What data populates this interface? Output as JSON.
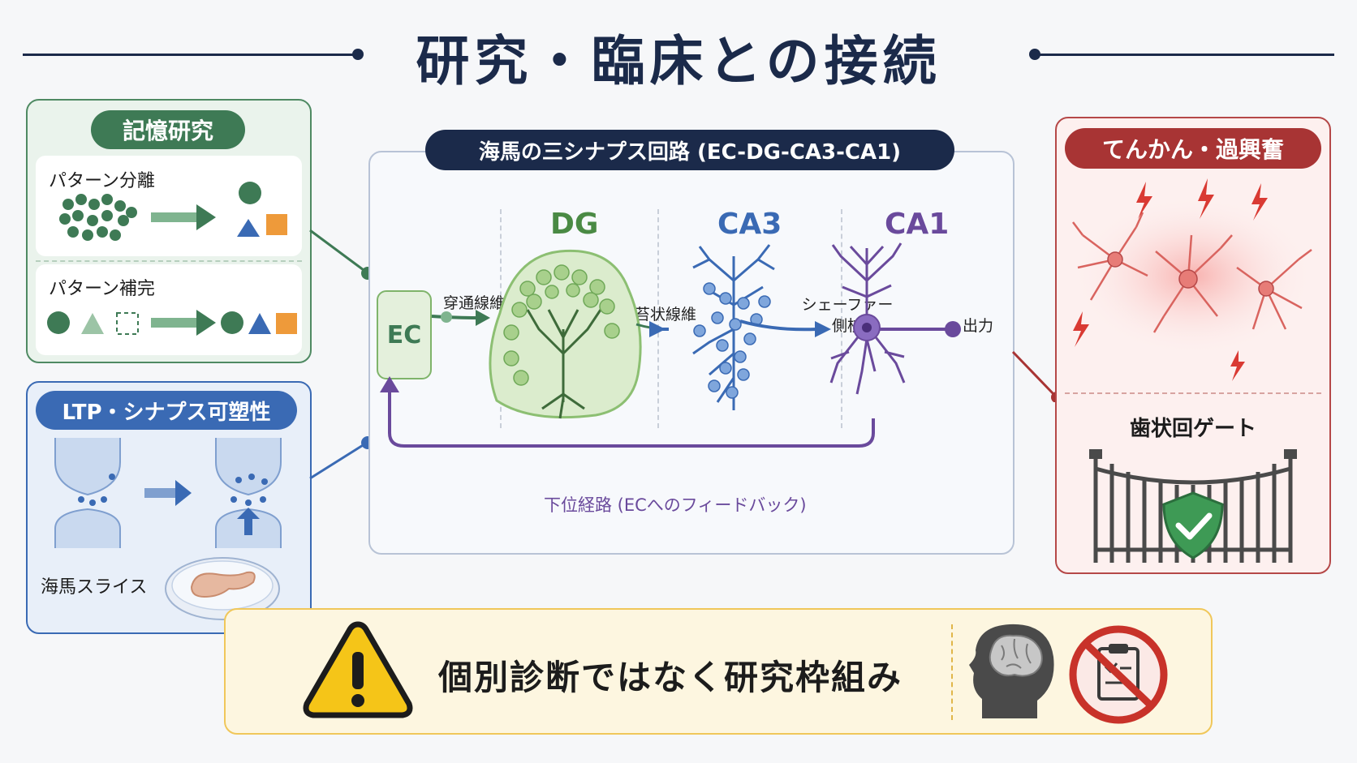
{
  "title": "研究・臨床との接続",
  "memory_panel": {
    "heading": "記憶研究",
    "separation_label": "パターン分離",
    "completion_label": "パターン補完"
  },
  "ltp_panel": {
    "heading": "LTP・シナプス可塑性",
    "slice_label": "海馬スライス"
  },
  "circuit": {
    "heading": "海馬の三シナプス回路 (EC-DG-CA3-CA1)",
    "ec": "EC",
    "dg": "DG",
    "ca3": "CA3",
    "ca1": "CA1",
    "perforant": "穿通線維",
    "mossy": "苔状線維",
    "schaffer_line1": "シェーファー",
    "schaffer_line2": "側枝",
    "output": "出力",
    "feedback": "下位経路 (ECへのフィードバック)"
  },
  "epilepsy_panel": {
    "heading": "てんかん・過興奮",
    "gate_label": "歯状回ゲート"
  },
  "warning": {
    "text": "個別診断ではなく研究枠組み"
  },
  "colors": {
    "navy": "#1b2a4a",
    "green": "#3e7a55",
    "blue": "#3a6ab4",
    "red": "#a83434",
    "purple": "#6a4a9c",
    "orange": "#ee9a3a",
    "warn_border": "#f0c75a"
  },
  "icons": [
    "warning-icon",
    "brain-head-icon",
    "no-clipboard-icon",
    "shield-check-icon",
    "lightning-icon"
  ]
}
